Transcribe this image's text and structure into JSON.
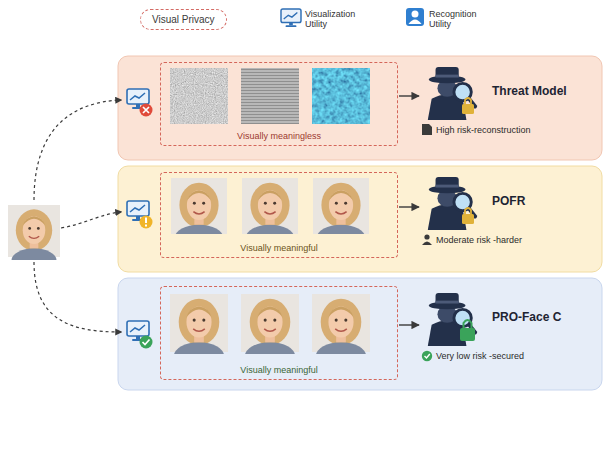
{
  "diagram": {
    "nodes": [
      {
        "text": [
          "Visual Privacy"
        ]
      },
      {
        "text": [
          "Visually meaningless"
        ]
      },
      {
        "text": [
          "Threat Model",
          "High risk-reconstruction"
        ]
      },
      {
        "text": [
          "Visually meaningful"
        ]
      },
      {
        "text": [
          "POFR",
          "Moderate risk -harder"
        ]
      },
      {
        "text": [
          "Visually meaningful"
        ]
      },
      {
        "text": [
          "PRO-Face C",
          "Very low risk -secured"
        ]
      }
    ],
    "edges": [
      {
        "from": 1,
        "to": 2,
        "arrow": "to"
      },
      {
        "from": 3,
        "to": 4,
        "arrow": "to"
      },
      {
        "from": 5,
        "to": 6,
        "arrow": "to"
      }
    ],
    "legend": [
      {
        "text": "Visualization Utility"
      },
      {
        "text": "Recognition Utility"
      }
    ]
  }
}
